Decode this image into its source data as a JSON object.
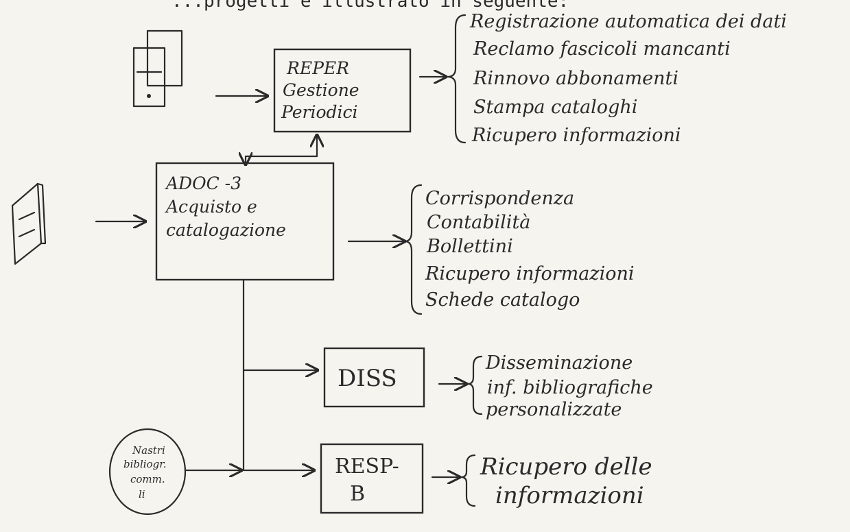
{
  "header": {
    "text": "...progetti è illustrato in seguente:"
  },
  "boxes": {
    "reper": {
      "lines": [
        "REPER",
        "Gestione",
        "Periodici"
      ]
    },
    "adoc": {
      "lines": [
        "ADOC -3",
        "Acquisto e",
        "catalogazione"
      ]
    },
    "diss": {
      "label": "DISS"
    },
    "resp": {
      "lines": [
        "RESP-",
        "B"
      ]
    },
    "nastri": {
      "lines": [
        "Nastri",
        "bibliogr.",
        "comm.",
        "li"
      ]
    }
  },
  "lists": {
    "reper": [
      "Registrazione automatica dei dati",
      "Reclamo fascicoli mancanti",
      "Rinnovo abbonamenti",
      "Stampa cataloghi",
      "Ricupero informazioni"
    ],
    "adoc": [
      "Corrispondenza",
      "Contabilità",
      "Bollettini",
      "Ricupero informazioni",
      "Schede catalogo"
    ],
    "diss": [
      "Disseminazione",
      "inf. bibliografiche",
      "personalizzate"
    ],
    "resp": [
      "Ricupero delle",
      "informazioni"
    ]
  },
  "icons": [
    "periodical-icon",
    "book-icon"
  ],
  "colors": {
    "ink": "#2a2a2a",
    "paper": "#f5f4ef"
  }
}
